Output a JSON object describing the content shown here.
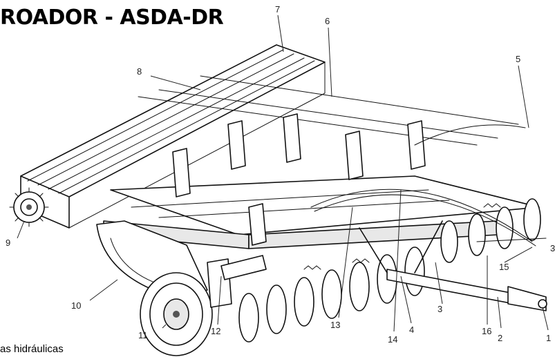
{
  "header": {
    "title": "ROADOR - ASDA-DR"
  },
  "footer": {
    "caption": "as hidráulicas"
  },
  "callouts": [
    {
      "id": "1",
      "label": "1"
    },
    {
      "id": "2",
      "label": "2"
    },
    {
      "id": "3a",
      "label": "3"
    },
    {
      "id": "3b",
      "label": "3"
    },
    {
      "id": "4",
      "label": "4"
    },
    {
      "id": "5",
      "label": "5"
    },
    {
      "id": "6",
      "label": "6"
    },
    {
      "id": "7",
      "label": "7"
    },
    {
      "id": "8",
      "label": "8"
    },
    {
      "id": "9",
      "label": "9"
    },
    {
      "id": "10",
      "label": "10"
    },
    {
      "id": "11",
      "label": "11"
    },
    {
      "id": "12",
      "label": "12"
    },
    {
      "id": "13",
      "label": "13"
    },
    {
      "id": "14",
      "label": "14"
    },
    {
      "id": "15",
      "label": "15"
    },
    {
      "id": "16",
      "label": "16"
    }
  ]
}
